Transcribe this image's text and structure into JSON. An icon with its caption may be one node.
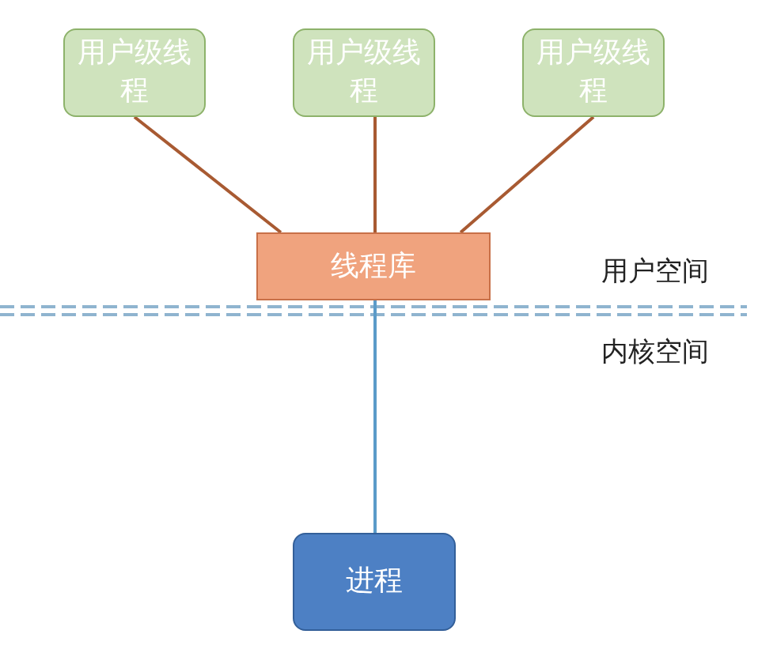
{
  "diagram": {
    "nodes": [
      {
        "text": [
          "用户级线程"
        ]
      },
      {
        "text": [
          "用户级线程"
        ]
      },
      {
        "text": [
          "用户级线程"
        ]
      },
      {
        "text": [
          "线程库"
        ]
      },
      {
        "text": [
          "进程"
        ]
      }
    ],
    "edges": [
      {
        "from": 0,
        "to": 3,
        "arrow": "none"
      },
      {
        "from": 1,
        "to": 3,
        "arrow": "none"
      },
      {
        "from": 2,
        "to": 3,
        "arrow": "none"
      },
      {
        "from": 3,
        "to": 4,
        "arrow": "none",
        "color": "#5b9bc9"
      }
    ],
    "labels": [
      "用户空间",
      "内核空间"
    ]
  }
}
